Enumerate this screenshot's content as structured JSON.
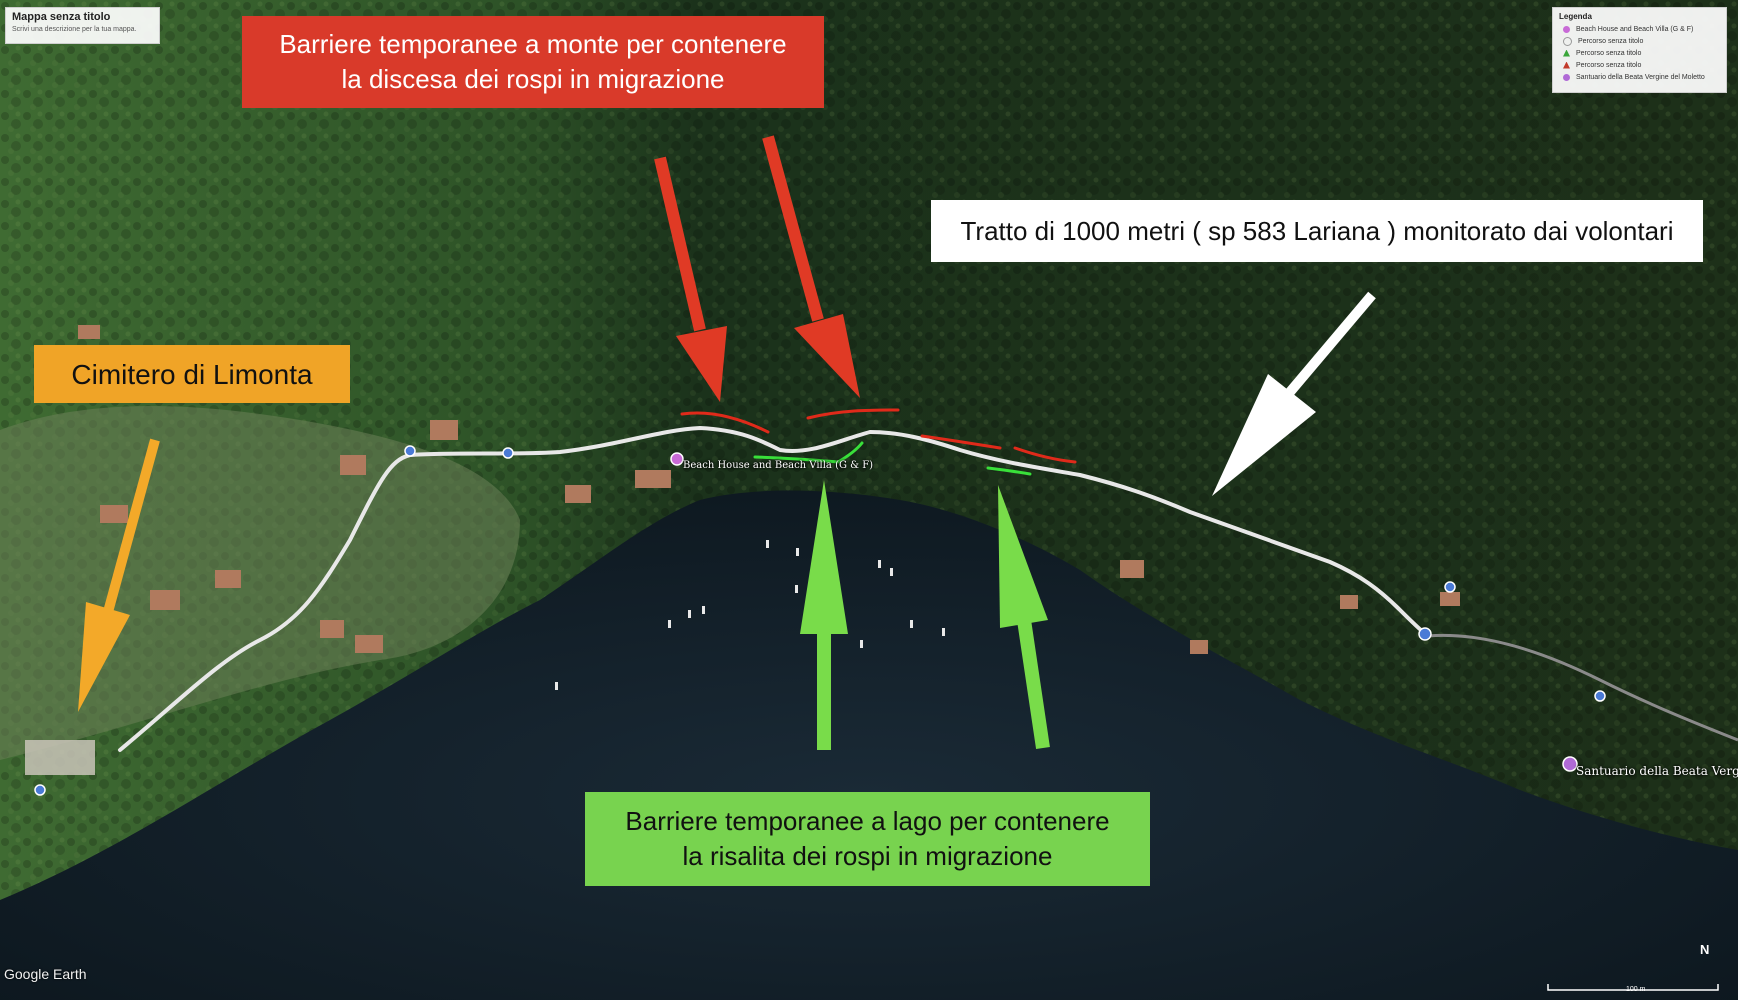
{
  "map": {
    "title": "Mappa senza titolo",
    "description": "Scrivi una descrizione per la tua mappa.",
    "legend": {
      "title": "Legenda",
      "items": [
        {
          "label": "Beach House and Beach Villa (G & F)",
          "icon": "pink-poi-icon"
        },
        {
          "label": "Percorso senza titolo",
          "icon": "grey-circle-icon"
        },
        {
          "label": "Percorso senza titolo",
          "icon": "green-triangle-icon"
        },
        {
          "label": "Percorso senza titolo",
          "icon": "red-triangle-icon"
        },
        {
          "label": "Santuario della Beata Vergine del Moletto",
          "icon": "purple-poi-icon"
        }
      ]
    },
    "places": {
      "beach": "Beach House and Beach Villa (G & F)",
      "santuario": "Santuario della Beata Vergine"
    },
    "attribution": "Google Earth",
    "scale": "100 m",
    "north": "N"
  },
  "callouts": {
    "red": {
      "line1": "Barriere temporanee a monte per contenere",
      "line2": "la discesa dei rospi in migrazione",
      "bg": "#d93a2a"
    },
    "white": {
      "line1": "Tratto di 1000 metri ( sp 583 Lariana ) monitorato dai volontari",
      "bg": "#ffffff"
    },
    "orange": {
      "line1": "Cimitero di Limonta",
      "bg": "#f0a427"
    },
    "green": {
      "line1": "Barriere temporanee a lago per contenere",
      "line2": "la risalita dei rospi in migrazione",
      "bg": "#78d34f"
    }
  },
  "colors": {
    "arrow_red": "#e03a25",
    "arrow_white": "#ffffff",
    "arrow_orange": "#f3a929",
    "arrow_green": "#79dc4a",
    "barrier_red": "#e02a1a",
    "barrier_green": "#39e03a",
    "road": "#e8e8e8",
    "water": "#16232c"
  }
}
